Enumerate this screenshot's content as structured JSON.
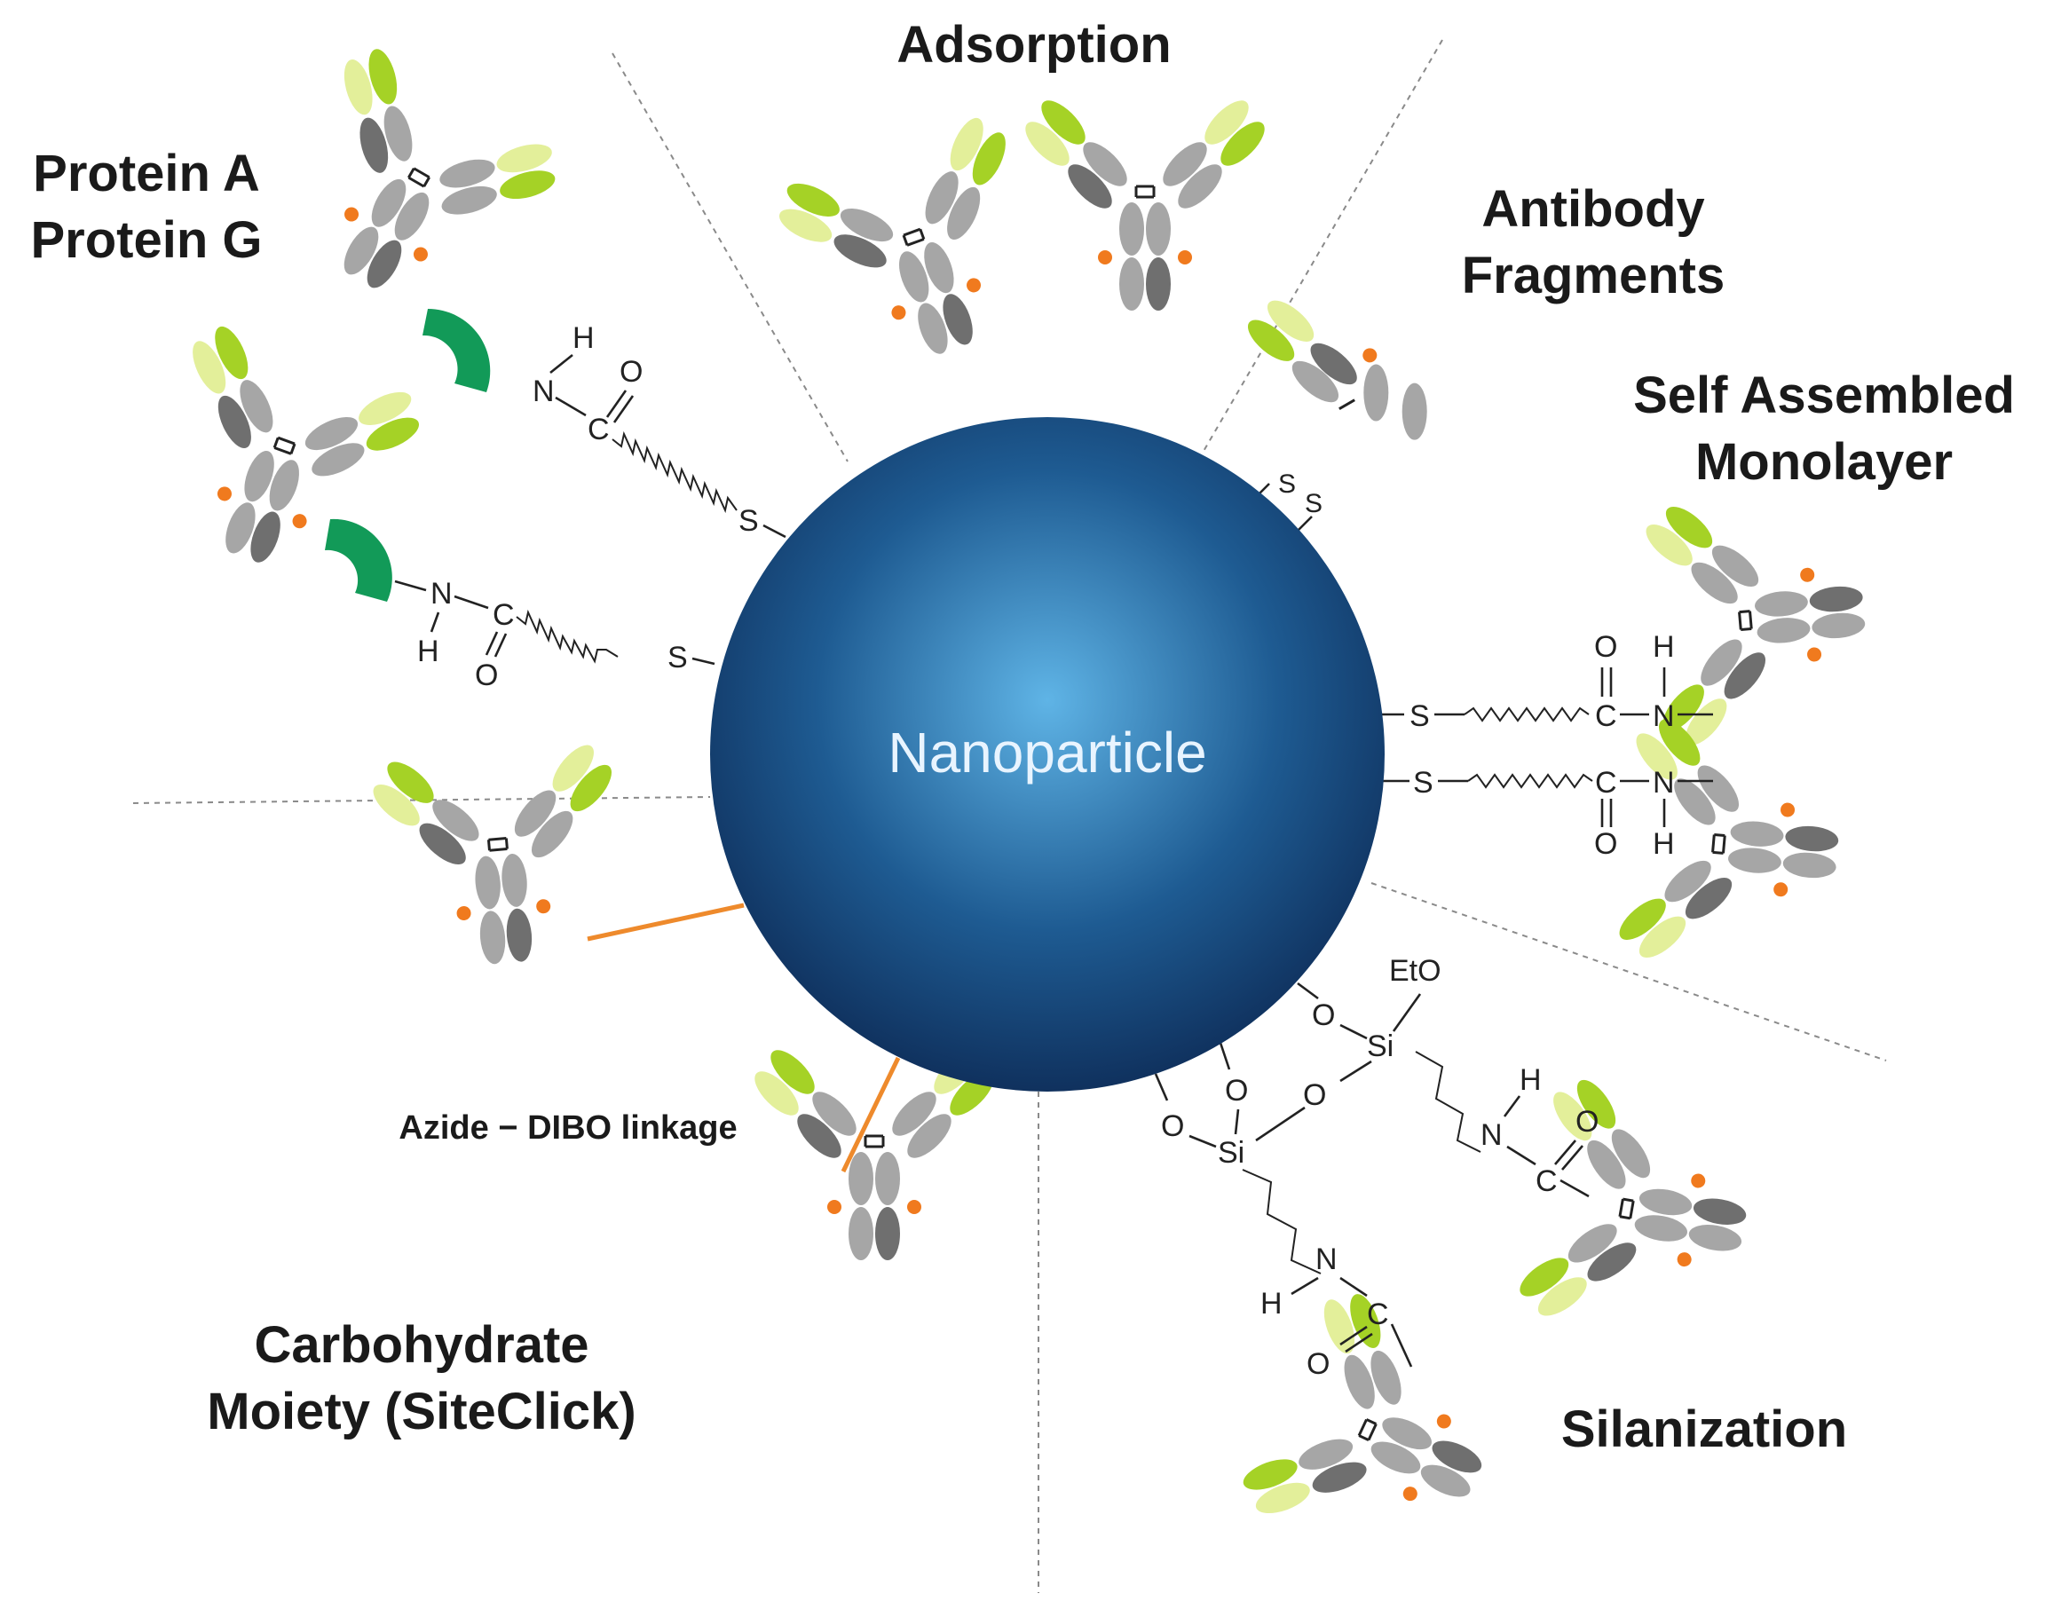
{
  "center": {
    "label": "Nanoparticle",
    "color_outer": "#0d2a55",
    "color_inner": "#5fb4e6"
  },
  "regions": {
    "adsorption": {
      "title": "Adsorption"
    },
    "protein": {
      "title_line1": "Protein A",
      "title_line2": "Protein G"
    },
    "fragments": {
      "title_line1": "Antibody",
      "title_line2": "Fragments"
    },
    "sam": {
      "title_line1": "Self Assembled",
      "title_line2": "Monolayer"
    },
    "carbohydrate": {
      "title_line1": "Carbohydrate",
      "title_line2": "Moiety (SiteClick)",
      "linkage_label": "Azide − DIBO linkage"
    },
    "silanization": {
      "title": "Silanization"
    }
  },
  "atoms": {
    "sulfur": "S",
    "carbon": "C",
    "nitrogen": "N",
    "hydrogen": "H",
    "oxygen": "O",
    "silicon": "Si",
    "ethoxy": "EtO"
  },
  "colors": {
    "antibody_light": "#e3ef9a",
    "antibody_lime": "#a5d226",
    "antibody_grey": "#a6a6a6",
    "antibody_dark": "#6f6f6f",
    "marker_orange": "#f07a1e",
    "linker_orange": "#ee8a2c",
    "protein_green": "#129a58"
  }
}
